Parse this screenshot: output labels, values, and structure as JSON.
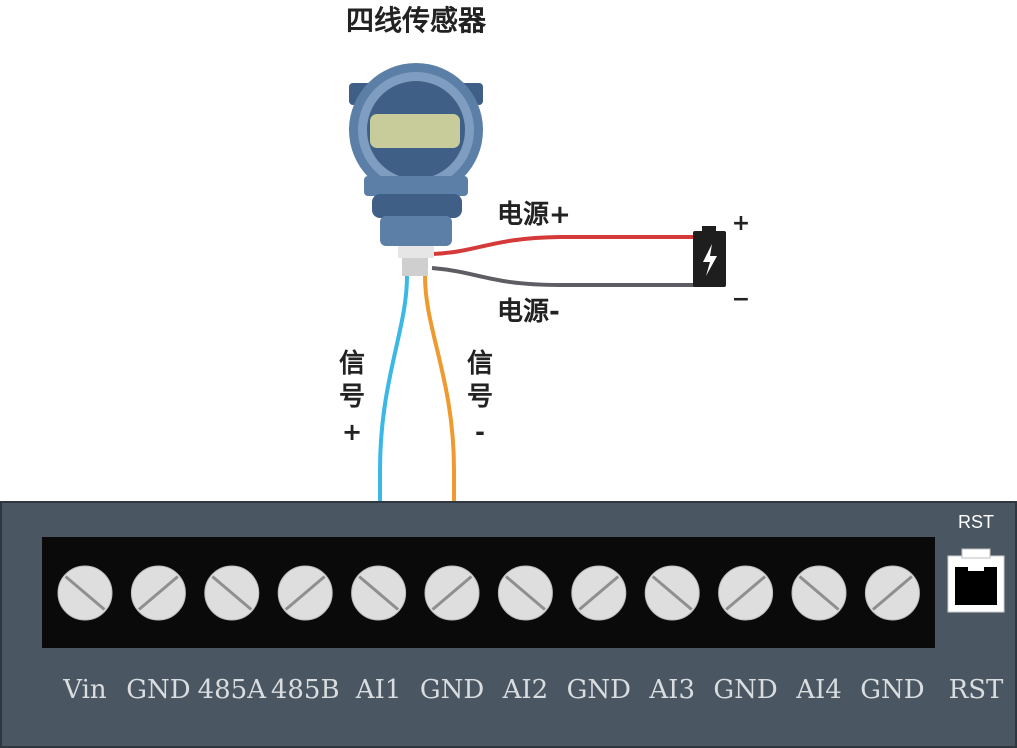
{
  "title": "四线传感器",
  "labels": {
    "power_pos": "电源+",
    "power_neg": "电源-",
    "signal_pos": [
      "信",
      "号",
      "+"
    ],
    "signal_neg": [
      "信",
      "号",
      "-"
    ],
    "battery_plus": "+",
    "battery_minus": "−",
    "rst_small": "RST"
  },
  "terminals": [
    "Vin",
    "GND",
    "485A",
    "485B",
    "AI1",
    "GND",
    "AI2",
    "GND",
    "AI3",
    "GND",
    "AI4",
    "GND",
    "RST"
  ],
  "colors": {
    "board": "#4a5661",
    "strip": "#0a0a0a",
    "screw": "#dedede",
    "sensor": "#5b7fa6",
    "sensor_dark": "#3f5f86",
    "display": "#c8cc9a",
    "wire_power_pos": "#d43a3a",
    "wire_power_neg": "#5d5d63",
    "wire_signal_pos": "#3bb8e6",
    "wire_signal_neg": "#ef9a2e",
    "battery": "#1e1e1e"
  }
}
